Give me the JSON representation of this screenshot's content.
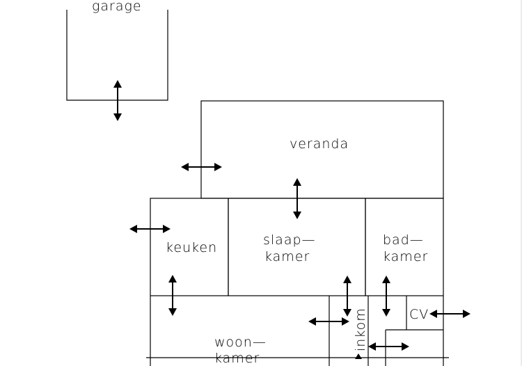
{
  "labels": {
    "garage": "garage",
    "veranda": "veranda",
    "keuken": "keuken",
    "slaapkamer_1": "slaap—",
    "slaapkamer_2": "kamer",
    "badkamer_1": "bad—",
    "badkamer_2": "kamer",
    "cv": "CV",
    "inkom": "inkom",
    "woonkamer_1": "woon—",
    "woonkamer_2": "kamer"
  },
  "colors": {
    "line": "#000000",
    "background": "#ffffff"
  },
  "icons": {
    "door": "double-headed-arrow"
  }
}
